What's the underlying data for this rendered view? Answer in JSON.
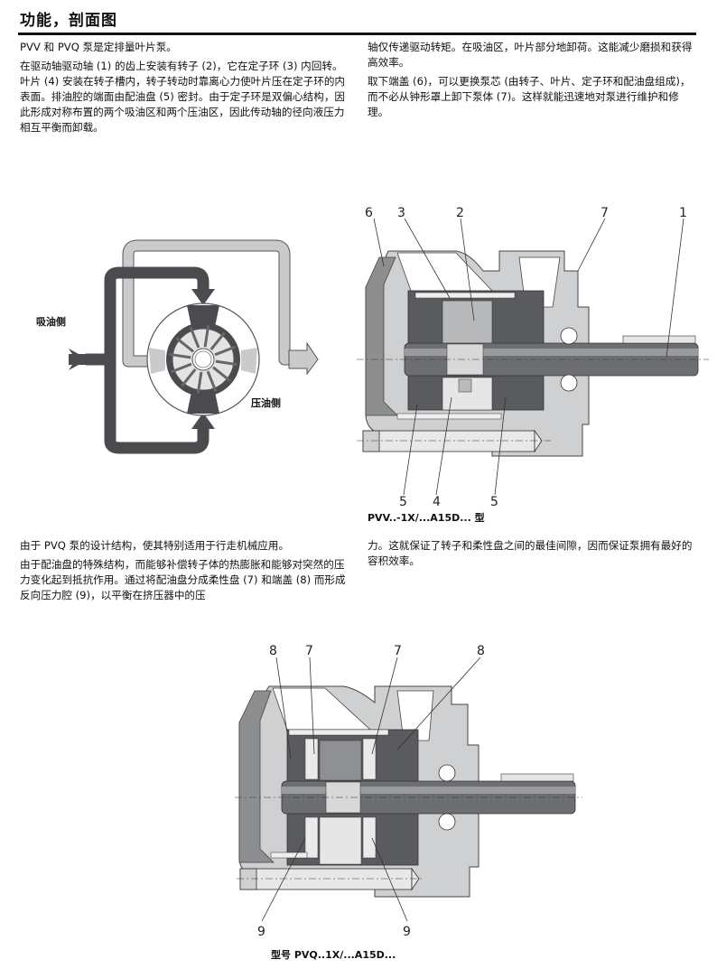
{
  "page": {
    "title": "功能，剖面图"
  },
  "section1": {
    "left": [
      "PVV 和 PVQ 泵是定排量叶片泵。",
      "在驱动轴驱动轴 (1) 的齿上安装有转子 (2)，它在定子环 (3) 内回转。叶片 (4) 安装在转子槽内，转子转动时靠离心力使叶片压在定子环的内表面。排油腔的端面由配油盘 (5) 密封。由于定子环是双偏心结构，因此形成对称布置的两个吸油区和两个压油区，因此传动轴的径向液压力相互平衡而卸载。"
    ],
    "right": [
      "轴仅传递驱动转矩。在吸油区，叶片部分地卸荷。这能减少磨损和获得高效率。",
      "取下端盖 (6)，可以更换泵芯 (由转子、叶片、定子环和配油盘组成)，而不必从钟形罩上卸下泵体 (7)。这样就能迅速地对泵进行维护和修理。"
    ]
  },
  "flow_diagram": {
    "suction_label": "吸油侧",
    "pressure_label": "压油侧",
    "colors": {
      "suction": "#4a4b4f",
      "pressure": "#c9cacc",
      "outline": "#555555"
    }
  },
  "pvv_section": {
    "callouts": [
      "6",
      "3",
      "2",
      "7",
      "1",
      "5",
      "4",
      "5"
    ],
    "caption": "PVV..-1X/...A15D... 型"
  },
  "section2": {
    "left": [
      "由于 PVQ 泵的设计结构，使其特别适用于行走机械应用。",
      "由于配油盘的特殊结构，而能够补偿转子体的热膨胀和能够对突然的压力变化起到抵抗作用。通过将配油盘分成柔性盘 (7) 和端盖 (8) 而形成反向压力腔 (9)，以平衡在挤压器中的压"
    ],
    "right": [
      "力。这就保证了转子和柔性盘之间的最佳间隙，因而保证泵拥有最好的容积效率。"
    ]
  },
  "pvq_section": {
    "callouts": [
      "8",
      "7",
      "7",
      "8",
      "9",
      "9"
    ],
    "caption": "型号 PVQ..1X/...A15D..."
  }
}
